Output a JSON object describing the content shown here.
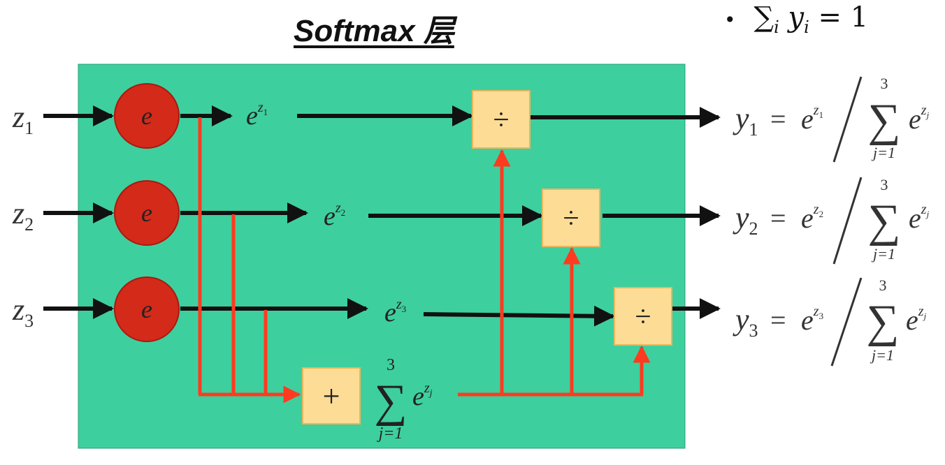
{
  "title": "Softmax 层",
  "note": {
    "bullet": "•",
    "sum_symbol": "∑",
    "sum_index": "i",
    "y": "y",
    "y_index": "i",
    "equals": "= 1"
  },
  "diagram": {
    "inputs": [
      {
        "var": "z",
        "index": "1"
      },
      {
        "var": "z",
        "index": "2"
      },
      {
        "var": "z",
        "index": "3"
      }
    ],
    "exp_label": "e",
    "exp_outputs": [
      {
        "base": "e",
        "exp": "z",
        "exp_index": "1"
      },
      {
        "base": "e",
        "exp": "z",
        "exp_index": "2"
      },
      {
        "base": "e",
        "exp": "z",
        "exp_index": "3"
      }
    ],
    "divide_symbol": "÷",
    "plus_symbol": "+",
    "sum_expr": {
      "sum": "∑",
      "upper": "3",
      "lower": "j=1",
      "base": "e",
      "exp": "z",
      "exp_index": "j"
    },
    "outputs": [
      {
        "var": "y",
        "index": "1",
        "equals": "=",
        "base": "e",
        "exp": "z",
        "exp_index": "1",
        "sum": "∑",
        "upper": "3",
        "lower": "j=1",
        "sum_base": "e",
        "sum_exp": "z",
        "sum_exp_index": "j"
      },
      {
        "var": "y",
        "index": "2",
        "equals": "=",
        "base": "e",
        "exp": "z",
        "exp_index": "2",
        "sum": "∑",
        "upper": "3",
        "lower": "j=1",
        "sum_base": "e",
        "sum_exp": "z",
        "sum_exp_index": "j"
      },
      {
        "var": "y",
        "index": "3",
        "equals": "=",
        "base": "e",
        "exp": "z",
        "exp_index": "3",
        "sum": "∑",
        "upper": "3",
        "lower": "j=1",
        "sum_base": "e",
        "sum_exp": "z",
        "sum_exp_index": "j"
      }
    ]
  },
  "colors": {
    "panel": "#3ecf9e",
    "exp_node": "#d42a1a",
    "op_box": "#fddc95",
    "red_line": "#ff3b1f",
    "black_line": "#111111"
  }
}
